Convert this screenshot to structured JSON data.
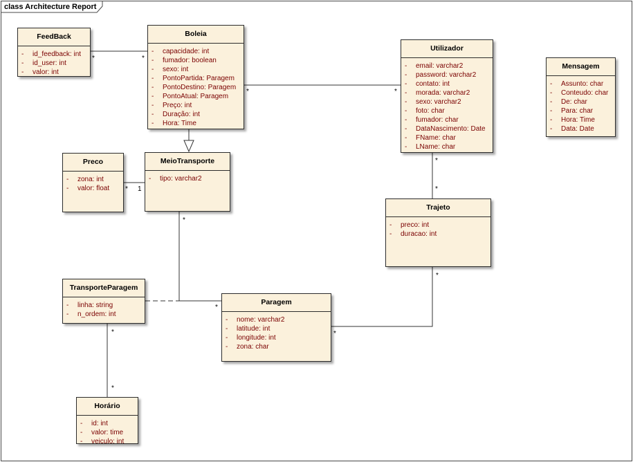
{
  "frame": {
    "title": "class Architecture Report"
  },
  "classes": {
    "feedback": {
      "name": "FeedBack",
      "attrs": [
        {
          "vis": "-",
          "text": "id_feedback:  int"
        },
        {
          "vis": "-",
          "text": "id_user:  int"
        },
        {
          "vis": "-",
          "text": "valor:  int"
        }
      ]
    },
    "boleia": {
      "name": "Boleia",
      "attrs": [
        {
          "vis": "-",
          "text": "capacidade:  int"
        },
        {
          "vis": "-",
          "text": "fumador:  boolean"
        },
        {
          "vis": "-",
          "text": "sexo:  int"
        },
        {
          "vis": "-",
          "text": "PontoPartida:  Paragem"
        },
        {
          "vis": "-",
          "text": "PontoDestino:  Paragem"
        },
        {
          "vis": "-",
          "text": "PontoAtual:  Paragem"
        },
        {
          "vis": "-",
          "text": "Preço:  int"
        },
        {
          "vis": "-",
          "text": "Duração:  int"
        },
        {
          "vis": "-",
          "text": "Hora:  Time"
        }
      ]
    },
    "utilizador": {
      "name": "Utilizador",
      "attrs": [
        {
          "vis": "-",
          "text": "email:  varchar2"
        },
        {
          "vis": "-",
          "text": "password:  varchar2"
        },
        {
          "vis": "-",
          "text": "contato:  int"
        },
        {
          "vis": "-",
          "text": "morada:  varchar2"
        },
        {
          "vis": "-",
          "text": "sexo:  varchar2"
        },
        {
          "vis": "-",
          "text": "foto:  char"
        },
        {
          "vis": "-",
          "text": "fumador:  char"
        },
        {
          "vis": "-",
          "text": "DataNascimento:  Date"
        },
        {
          "vis": "-",
          "text": "FName:  char"
        },
        {
          "vis": "-",
          "text": "LName:  char"
        }
      ]
    },
    "mensagem": {
      "name": "Mensagem",
      "attrs": [
        {
          "vis": "-",
          "text": "Assunto:  char"
        },
        {
          "vis": "-",
          "text": "Conteudo:  char"
        },
        {
          "vis": "-",
          "text": "De:  char"
        },
        {
          "vis": "-",
          "text": "Para:  char"
        },
        {
          "vis": "-",
          "text": "Hora:  Time"
        },
        {
          "vis": "-",
          "text": "Data:  Date"
        }
      ]
    },
    "preco": {
      "name": "Preco",
      "attrs": [
        {
          "vis": "-",
          "text": "zona:  int"
        },
        {
          "vis": "-",
          "text": "valor:  float"
        }
      ]
    },
    "meiotransporte": {
      "name": "MeioTransporte",
      "attrs": [
        {
          "vis": "-",
          "text": "tipo:  varchar2"
        }
      ]
    },
    "trajeto": {
      "name": "Trajeto",
      "attrs": [
        {
          "vis": "-",
          "text": "preco:  int"
        },
        {
          "vis": "-",
          "text": "duracao:  int"
        }
      ]
    },
    "transporteparagem": {
      "name": "TransporteParagem",
      "attrs": [
        {
          "vis": "-",
          "text": "linha:  string"
        },
        {
          "vis": "-",
          "text": "n_ordem:  int"
        }
      ]
    },
    "paragem": {
      "name": "Paragem",
      "attrs": [
        {
          "vis": "-",
          "text": "nome:  varchar2"
        },
        {
          "vis": "-",
          "text": "latitude:  int"
        },
        {
          "vis": "-",
          "text": "longitude:  int"
        },
        {
          "vis": "-",
          "text": "zona:  char"
        }
      ]
    },
    "horario": {
      "name": "Horário",
      "attrs": [
        {
          "vis": "-",
          "text": "id:  int"
        },
        {
          "vis": "-",
          "text": "valor:  time"
        },
        {
          "vis": "-",
          "text": "veiculo:  int"
        }
      ]
    }
  },
  "multiplicities": {
    "feedback_boleia_a": "*",
    "feedback_boleia_b": "*",
    "boleia_utilizador_a": "*",
    "boleia_utilizador_b": "*",
    "preco_meio_a": "*",
    "preco_meio_b": "1",
    "utilizador_trajeto_a": "*",
    "utilizador_trajeto_b": "*",
    "meio_paragem_a": "*",
    "meio_paragem_b": "*",
    "trajeto_paragem_a": "*",
    "trajeto_paragem_b": "*",
    "tp_horario_a": "*",
    "tp_horario_b": "*"
  }
}
